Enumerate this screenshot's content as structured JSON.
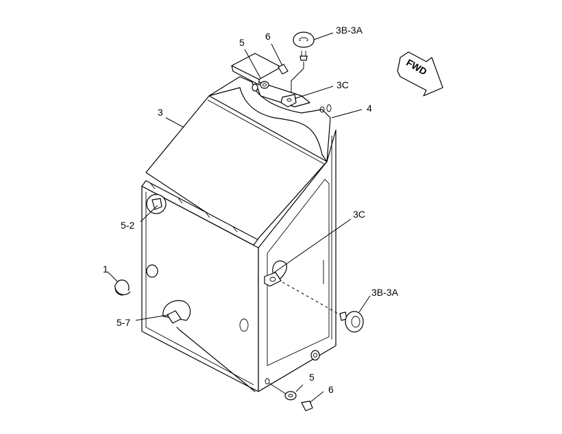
{
  "callouts": {
    "c1": "1",
    "c3": "3",
    "c4": "4",
    "c5_top": "5",
    "c6_top": "6",
    "c3b3a_top": "3B-3A",
    "c3c_top": "3C",
    "c3c_mid": "3C",
    "c3b3a_right": "3B-3A",
    "c5_2": "5-2",
    "c5_7": "5-7",
    "c5_bottom": "5",
    "c6_bottom": "6"
  },
  "direction_arrow": {
    "label": "FWD"
  }
}
